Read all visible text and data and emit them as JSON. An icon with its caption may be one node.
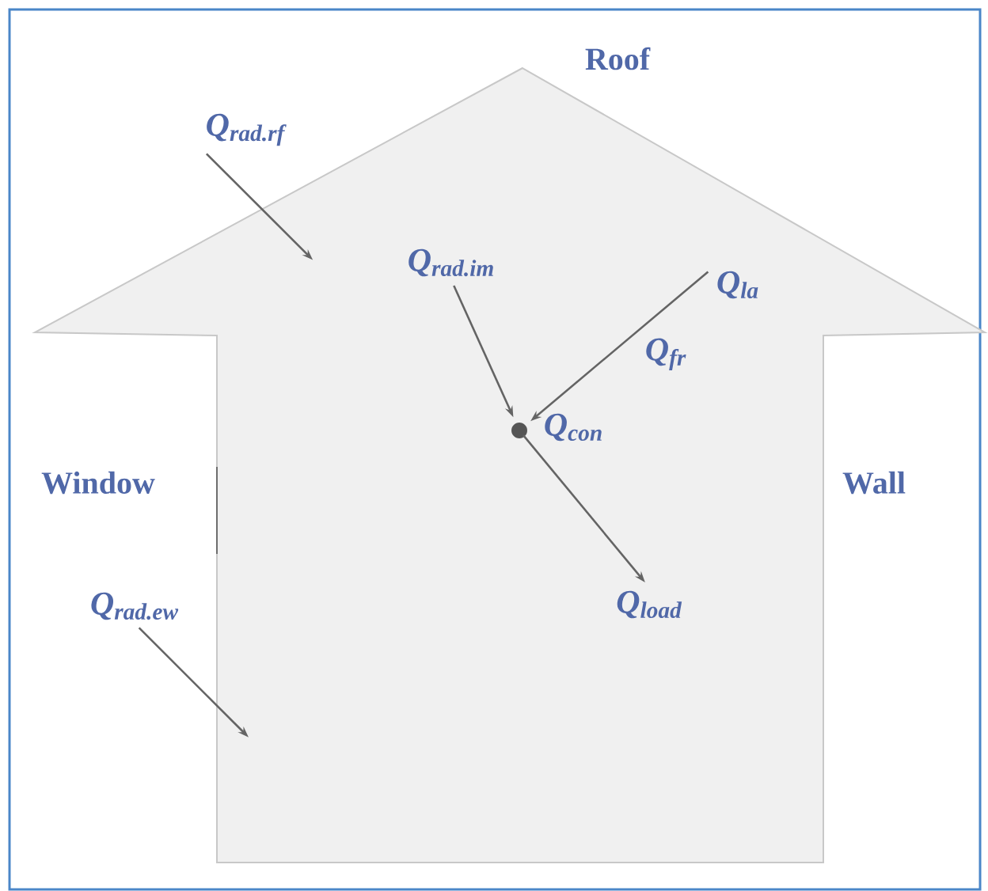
{
  "diagram": {
    "nodes": [
      {
        "text": [],
        "shape": "house"
      },
      {
        "text": [
          "Q$_{rad.rf}$"
        ]
      },
      {
        "text": [
          "Q$_{rad.im}$"
        ],
        "in": 0
      },
      {
        "text": [
          "Q$_{la}$"
        ],
        "in": 0
      },
      {
        "text": [],
        "shape": "circle",
        "in": 0,
        "beside": [
          "Q$_{con}$"
        ]
      },
      {
        "text": [
          "Q$_{load}$"
        ],
        "in": 0
      },
      {
        "text": [
          "Q$_{rad.ew}$"
        ]
      }
    ],
    "edges": [
      {
        "from": 1,
        "to": null,
        "arrow": "to"
      },
      {
        "from": 2,
        "to": 4,
        "arrow": "to"
      },
      {
        "from": 3,
        "to": 4,
        "arrow": "to",
        "label": "Q$_{fr}$"
      },
      {
        "from": 4,
        "to": 5,
        "arrow": "to"
      },
      {
        "from": 6,
        "to": null,
        "arrow": "to"
      }
    ],
    "labels": [
      "Roof",
      "Window",
      "Wall"
    ]
  }
}
